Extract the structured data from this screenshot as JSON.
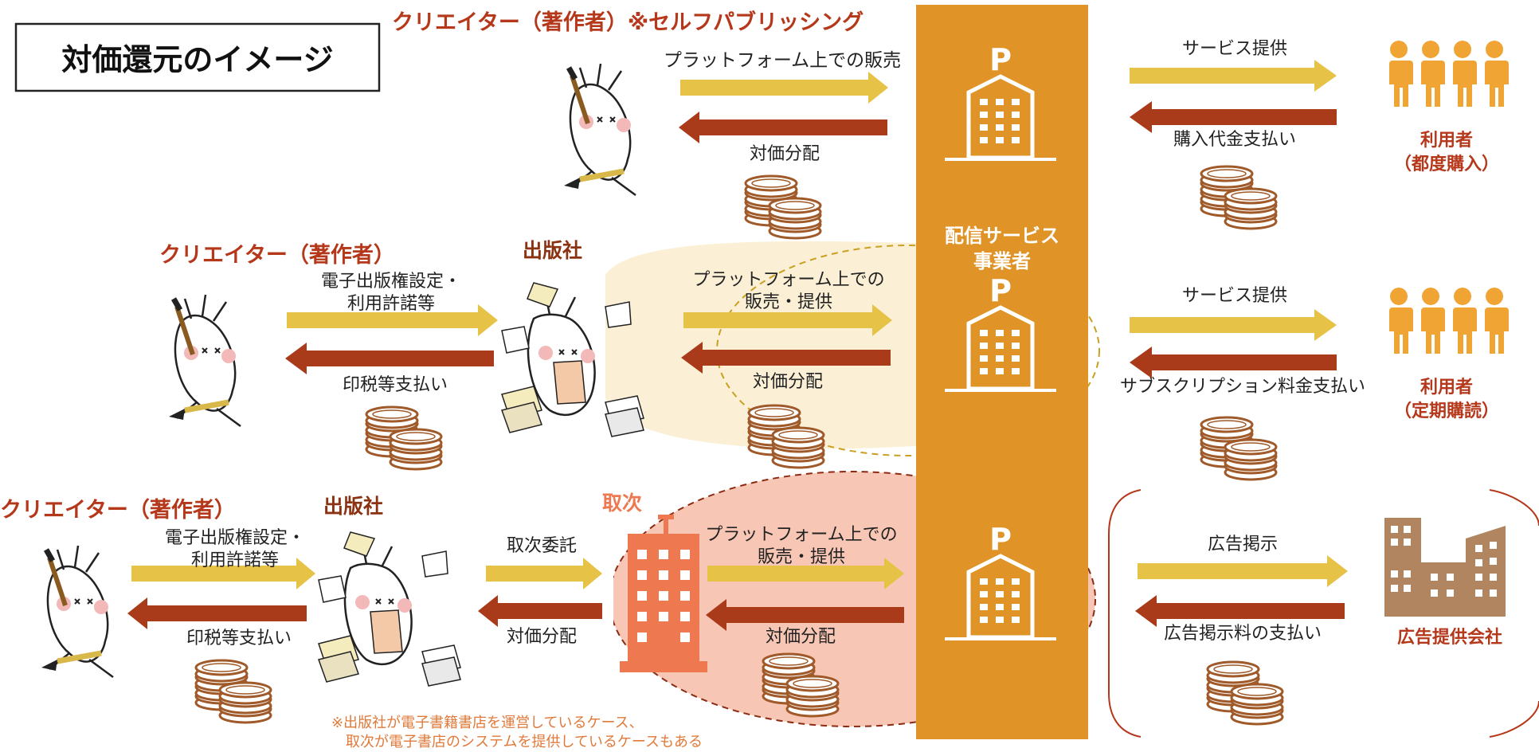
{
  "title": "対価還元のイメージ",
  "rows": {
    "self": {
      "creator_label": "クリエイター（著作者）※セルフパブリッシング",
      "to_platform_label": "プラットフォーム上での販売",
      "from_platform_label": "対価分配"
    },
    "publisher": {
      "creator_label": "クリエイター（著作者）",
      "publisher_label": "出版社",
      "to_publisher_label": "電子出版権設定・\n利用許諾等",
      "from_publisher_label": "印税等支払い",
      "to_platform_label": "プラットフォーム上での\n販売・提供",
      "from_platform_label": "対価分配"
    },
    "distributor": {
      "creator_label": "クリエイター（著作者）",
      "publisher_label": "出版社",
      "distributor_label": "取次",
      "to_publisher_label": "電子出版権設定・\n利用許諾等",
      "from_publisher_label": "印税等支払い",
      "to_distributor_label": "取次委託",
      "from_distributor_label": "対価分配",
      "to_platform_label": "プラットフォーム上での\n販売・提供",
      "from_platform_label": "対価分配"
    }
  },
  "platform": {
    "label": "配信サービス\n事業者",
    "building_letter": "P",
    "color": "#e09428"
  },
  "right": {
    "row1": {
      "to_label": "サービス提供",
      "from_label": "購入代金支払い",
      "user_label": "利用者\n（都度購入）"
    },
    "row2": {
      "to_label": "サービス提供",
      "from_label": "サブスクリプション料金支払い",
      "user_label": "利用者\n（定期購読）"
    },
    "row3": {
      "to_label": "広告掲示",
      "from_label": "広告掲示料の支払い",
      "company_label": "広告提供会社"
    }
  },
  "footnote": "※出版社が電子書籍書店を運営しているケース、\n　取次が電子書店のシステムを提供しているケースもある",
  "colors": {
    "arrow_forward": "#e6c247",
    "arrow_back": "#a93a1a",
    "accent_red": "#b5381b",
    "distributor_building": "#ee7950",
    "user_icon": "#f0a433",
    "company_building": "#b08560",
    "coin": "#a05a2a"
  }
}
